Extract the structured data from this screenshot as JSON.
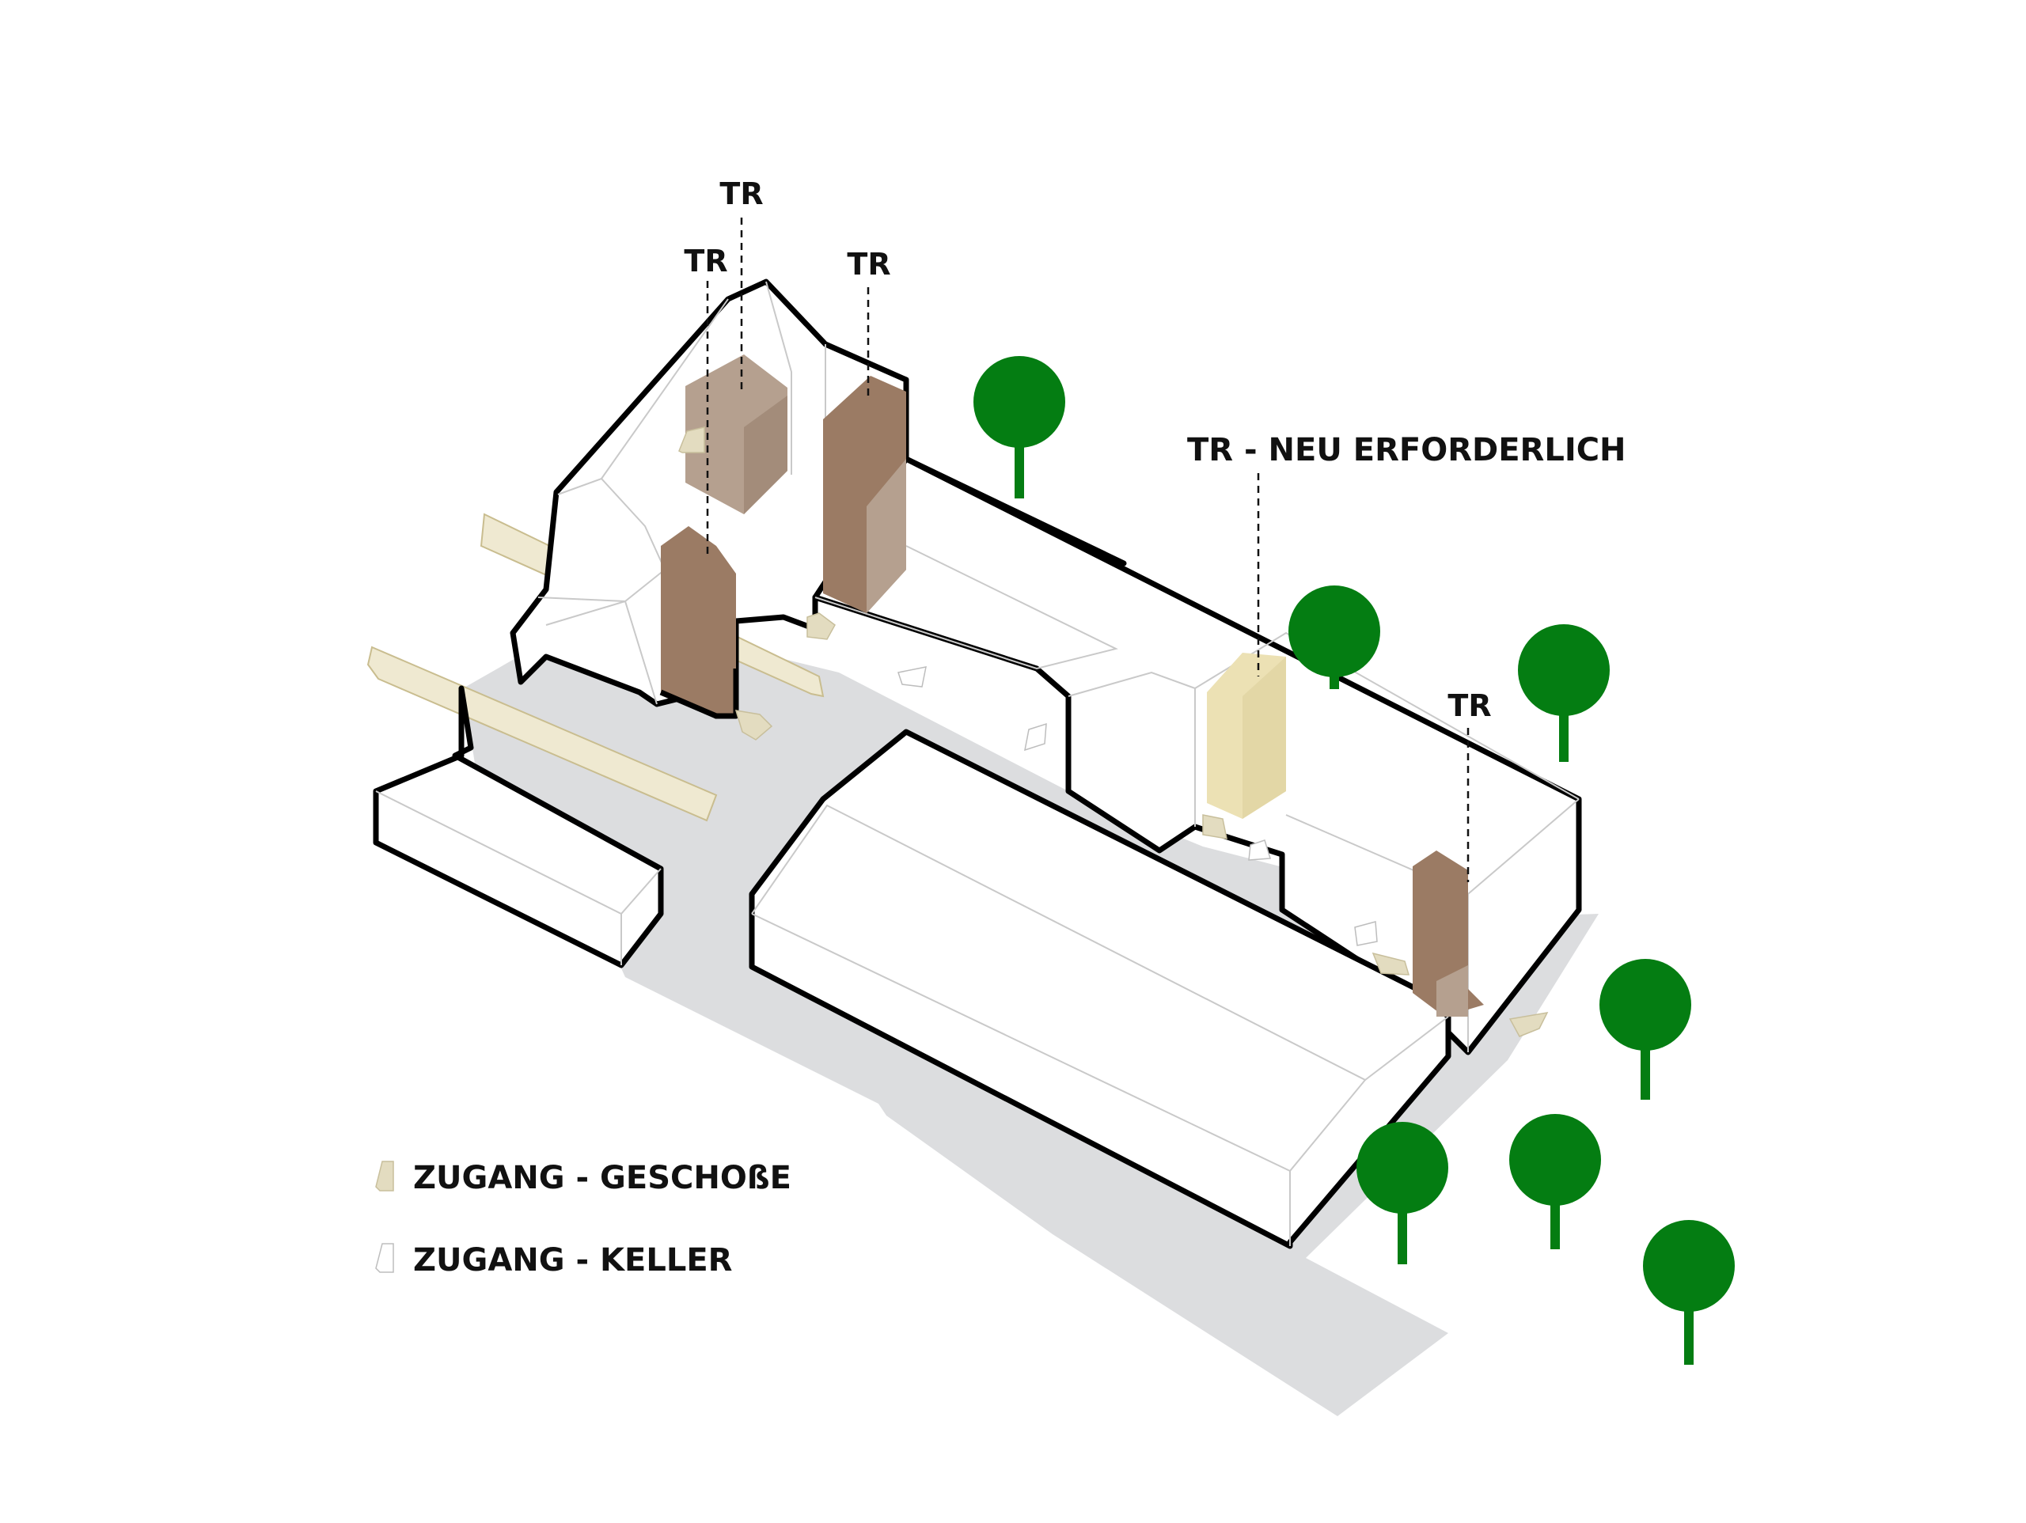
{
  "diagram": {
    "labels": {
      "stair_a": "TR",
      "stair_b": "TR",
      "stair_c": "TR",
      "stair_new": "TR - NEU ERFORDERLICH",
      "stair_e": "TR"
    },
    "legend": {
      "items": [
        {
          "label": "ZUGANG - GESCHOßE",
          "symbol": "access-marker-floors"
        },
        {
          "label": "ZUGANG - KELLER",
          "symbol": "access-marker-basement"
        }
      ]
    },
    "colors": {
      "background": "#ffffff",
      "ground": "#dcdddf",
      "building_fill": "#ffffff",
      "building_outline": "#000000",
      "stair_existing": "#9b7b64",
      "stair_existing_light": "#b5a08f",
      "stair_new": "#ece1b4",
      "access_floors": "#e3dcc0",
      "access_basement": "#ffffff",
      "path": "#efe9d1",
      "tree": "#047d12"
    }
  }
}
